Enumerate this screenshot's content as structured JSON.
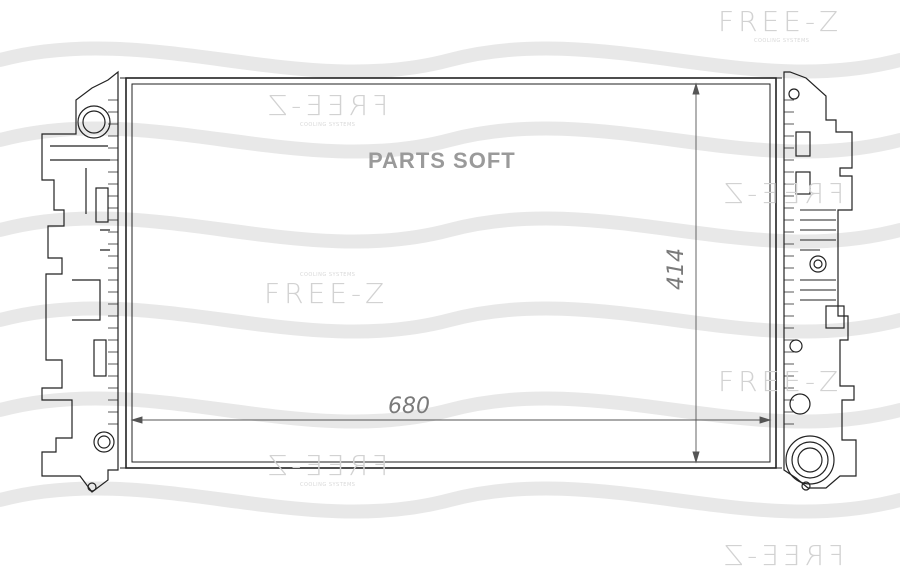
{
  "watermark": {
    "logo_text": "FREE-Z",
    "tagline": "COOLING SYSTEMS"
  },
  "brand_text": "PARTS SOFT",
  "dimensions": {
    "width_label": "680",
    "height_label": "414"
  },
  "colors": {
    "line": "#222222",
    "dimension": "#555555",
    "watermark": "#d2d2d2",
    "wave": "#e6e6e6"
  }
}
